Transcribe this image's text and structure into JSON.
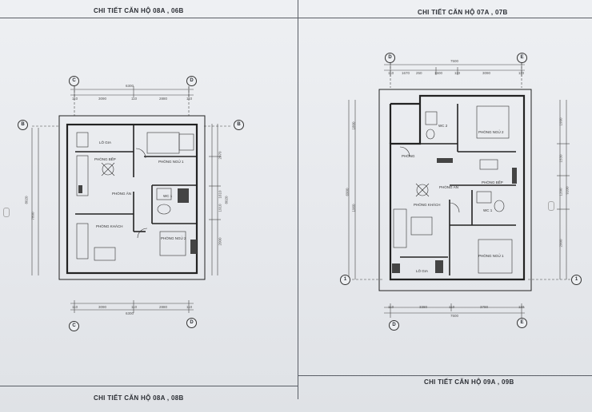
{
  "titles": {
    "top_left": "CHI TIẾT CĂN HỘ 08A , 06B",
    "top_right": "CHI TIẾT CĂN HỘ 07A , 07B",
    "bottom_right": "CHI TIẾT CĂN HỘ 09A , 09B",
    "bottom_left": "CHI TIẾT CĂN HỘ 08A , 08B"
  },
  "plan_left": {
    "axes": {
      "left_top": "C",
      "right_top": "D",
      "left_side": "B",
      "right_side": "B",
      "left_bottom": "C",
      "right_bottom": "D"
    },
    "dims_top": [
      "6300",
      "110",
      "3090",
      "110",
      "2880",
      "110"
    ],
    "dims_bottom": [
      "110",
      "3090",
      "110",
      "2880",
      "110",
      "6300"
    ],
    "dims_left": [
      "8020",
      "7800"
    ],
    "dims_right": [
      "2070",
      "1610",
      "2000",
      "8020",
      "1910"
    ],
    "rooms": {
      "balcony": "LÔ GIA",
      "kitchen": "PHÒNG BẾP",
      "bedroom1": "PHÒNG NGỦ 1",
      "dining": "PHÒNG ĂN",
      "wc1": "WC 1",
      "living": "PHÒNG KHÁCH",
      "bedroom2": "PHÒNG NGỦ 2"
    }
  },
  "plan_right": {
    "axes": {
      "top_left": "D",
      "top_right": "E",
      "side_left": "1",
      "side_right": "1",
      "bottom_left": "D",
      "bottom_right": "E"
    },
    "dims_top": [
      "7500",
      "110",
      "1670",
      "250",
      "1600",
      "110",
      "3090",
      "110"
    ],
    "dims_bottom": [
      "110",
      "3380",
      "110",
      "3790",
      "110",
      "7500"
    ],
    "dims_left": [
      "1800",
      "6900",
      "1960"
    ],
    "dims_right": [
      "1990",
      "1530",
      "1200",
      "2000",
      "9100"
    ],
    "rooms": {
      "wc2": "WC 2",
      "bedroom2": "PHÒNG NGỦ 2",
      "hall": "PHÒNG",
      "dining": "PHÒNG ĂN",
      "kitchen": "PHÒNG BẾP",
      "living": "PHÒNG KHÁCH",
      "wc1": "WC 1",
      "bedroom1": "PHÒNG NGỦ 1",
      "balcony": "LÔ GIA"
    }
  }
}
